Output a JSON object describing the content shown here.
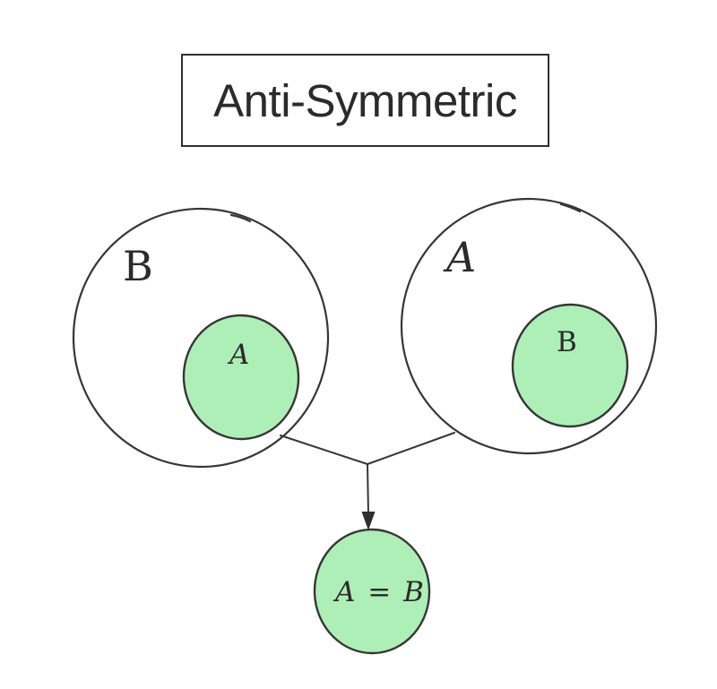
{
  "title": "Anti-Symmetric",
  "colors": {
    "set_fill": "#aeefb8",
    "line": "#363636",
    "text": "#2a2a2a"
  },
  "sets": {
    "left": {
      "outer_label": "B",
      "inner_label": "A"
    },
    "right": {
      "outer_label": "A",
      "inner_label": "B"
    },
    "result_label": "A = B"
  }
}
